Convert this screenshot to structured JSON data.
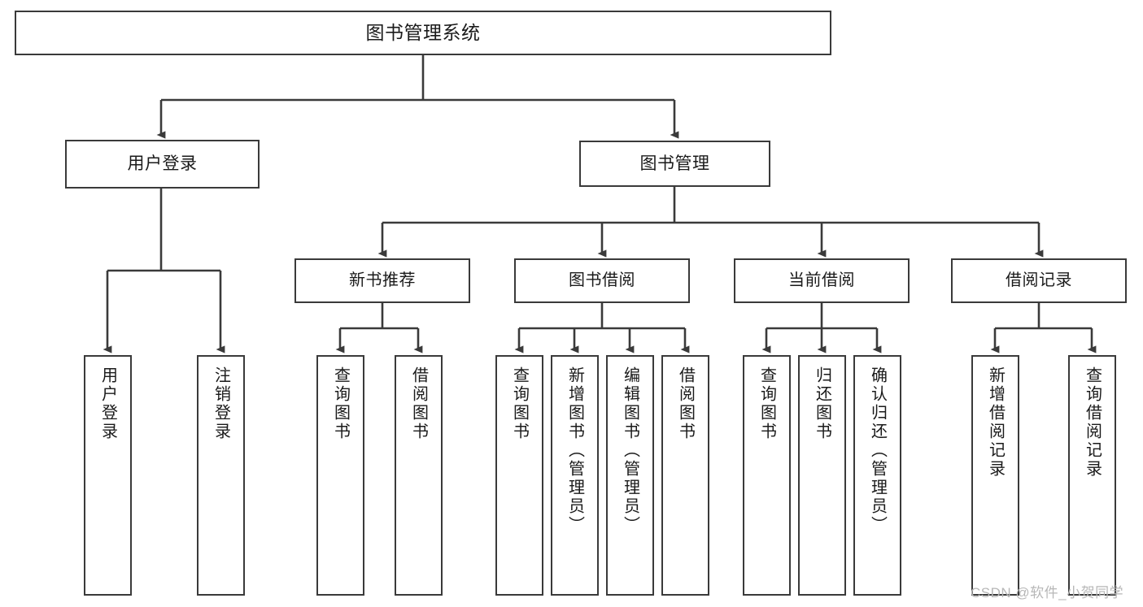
{
  "diagram": {
    "type": "tree",
    "title": "图书管理系统",
    "root": {
      "label": "图书管理系统"
    },
    "level2": [
      {
        "label": "用户登录"
      },
      {
        "label": "图书管理"
      }
    ],
    "level3": [
      {
        "label": "新书推荐"
      },
      {
        "label": "图书借阅"
      },
      {
        "label": "当前借阅"
      },
      {
        "label": "借阅记录"
      }
    ],
    "leaves": {
      "user_login": [
        {
          "label": "用户登录"
        },
        {
          "label": "注销登录"
        }
      ],
      "new_book_recommend": [
        {
          "label": "查询图书"
        },
        {
          "label": "借阅图书"
        }
      ],
      "book_borrow": [
        {
          "label": "查询图书"
        },
        {
          "label": "新增图书（管理员）"
        },
        {
          "label": "编辑图书（管理员）"
        },
        {
          "label": "借阅图书"
        }
      ],
      "current_borrow": [
        {
          "label": "查询图书"
        },
        {
          "label": "归还图书"
        },
        {
          "label": "确认归还（管理员）"
        }
      ],
      "borrow_record": [
        {
          "label": "新增借阅记录"
        },
        {
          "label": "查询借阅记录"
        }
      ]
    }
  },
  "watermark": {
    "text": "CSDN @软件_小贺同学"
  },
  "colors": {
    "stroke": "#3a3a3a",
    "fill": "#ffffff",
    "text": "#1a1a1a",
    "watermark": "#b7b7b7"
  }
}
